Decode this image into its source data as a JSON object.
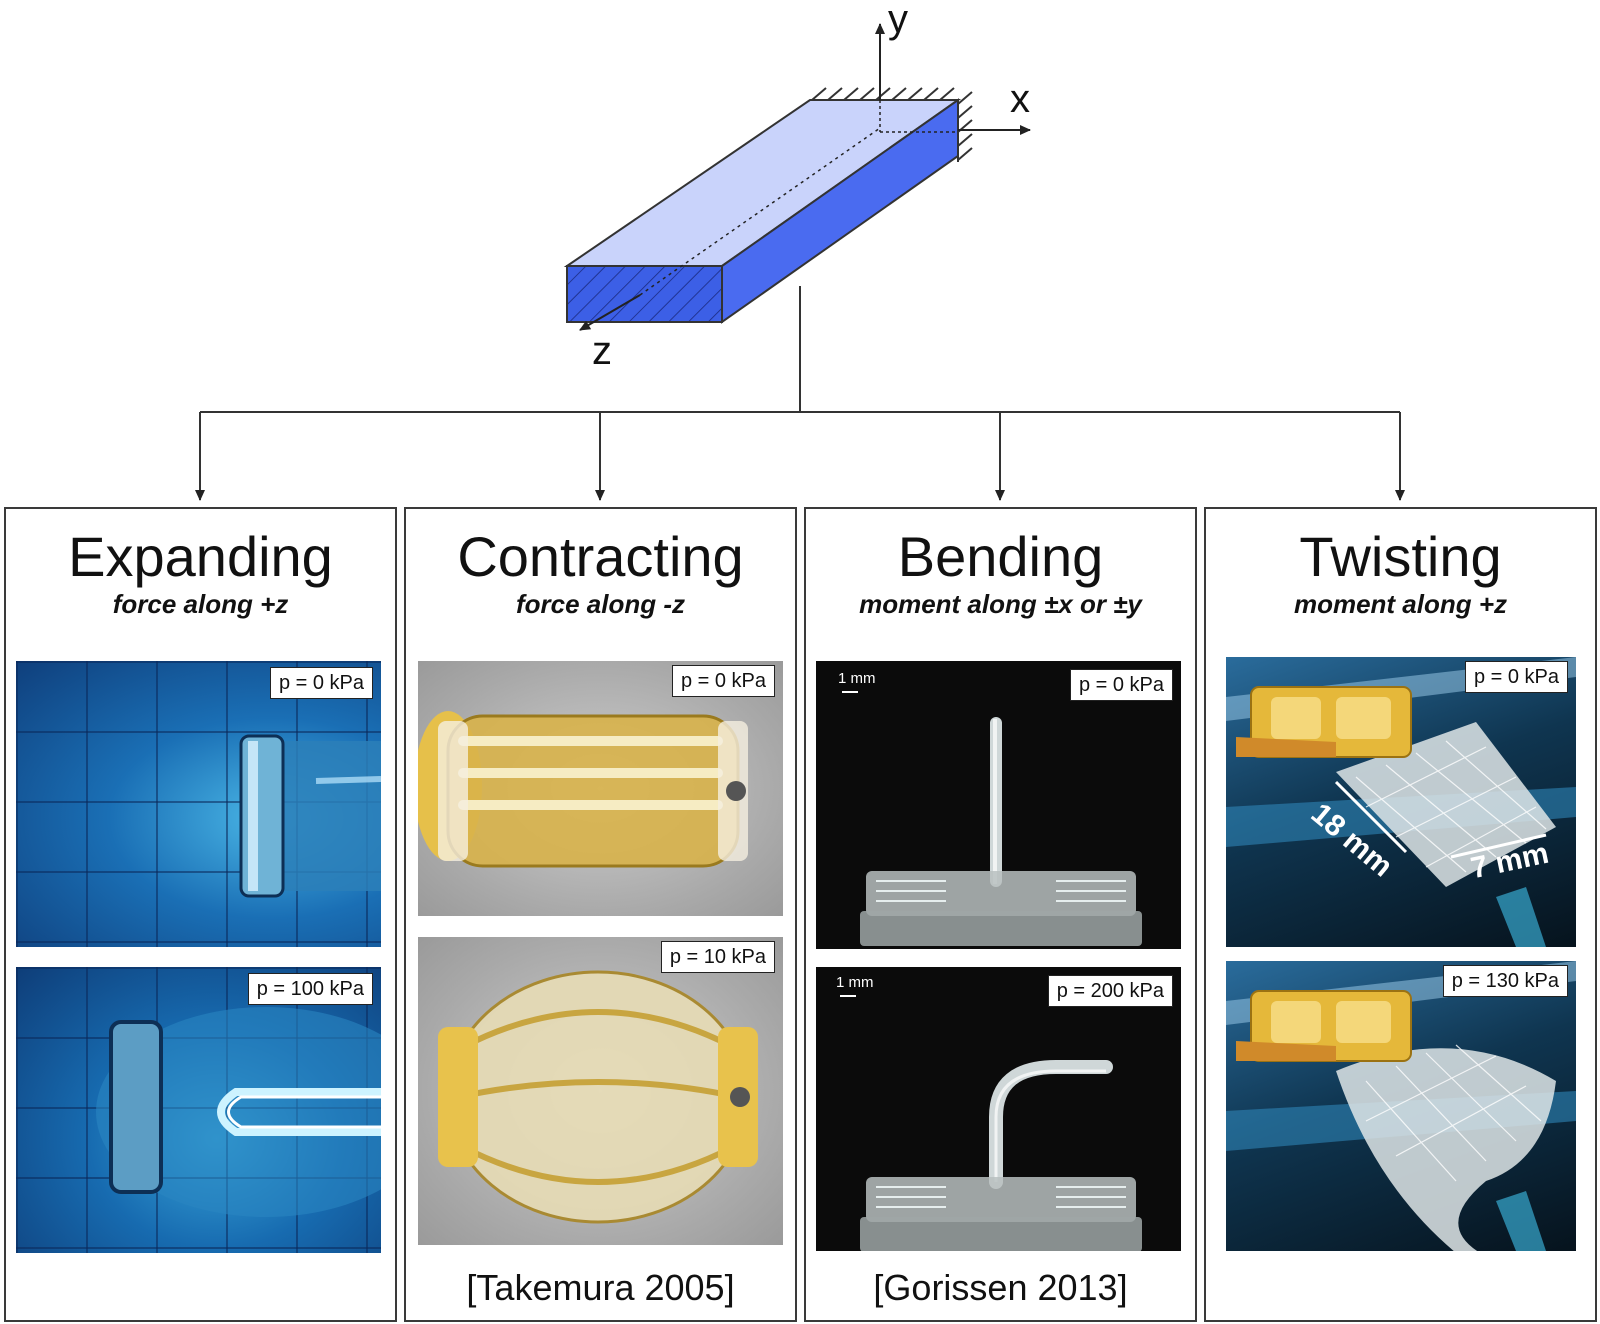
{
  "axes": {
    "x": "x",
    "y": "y",
    "z": "z"
  },
  "panels": [
    {
      "title": "Expanding",
      "subtitle": "force along +z",
      "photos": [
        {
          "pressure": "p = 0 kPa"
        },
        {
          "pressure": "p = 100 kPa"
        }
      ],
      "reference": ""
    },
    {
      "title": "Contracting",
      "subtitle": "force along -z",
      "photos": [
        {
          "pressure": "p = 0 kPa"
        },
        {
          "pressure": "p = 10 kPa"
        }
      ],
      "reference": "[Takemura 2005]"
    },
    {
      "title": "Bending",
      "subtitle": "moment along ±x or ±y",
      "photos": [
        {
          "pressure": "p = 0 kPa",
          "scale": "1 mm"
        },
        {
          "pressure": "p = 200 kPa",
          "scale": "1 mm"
        }
      ],
      "reference": "[Gorissen 2013]"
    },
    {
      "title": "Twisting",
      "subtitle": "moment along +z",
      "photos": [
        {
          "pressure": "p = 0 kPa",
          "dim_length": "18 mm",
          "dim_width": "7 mm"
        },
        {
          "pressure": "p = 130 kPa"
        }
      ],
      "reference": ""
    }
  ],
  "colors": {
    "beam_top": "#c9d3fb",
    "beam_side": "#4a6bf0",
    "beam_front": "#3c5fe6",
    "line": "#333333"
  }
}
